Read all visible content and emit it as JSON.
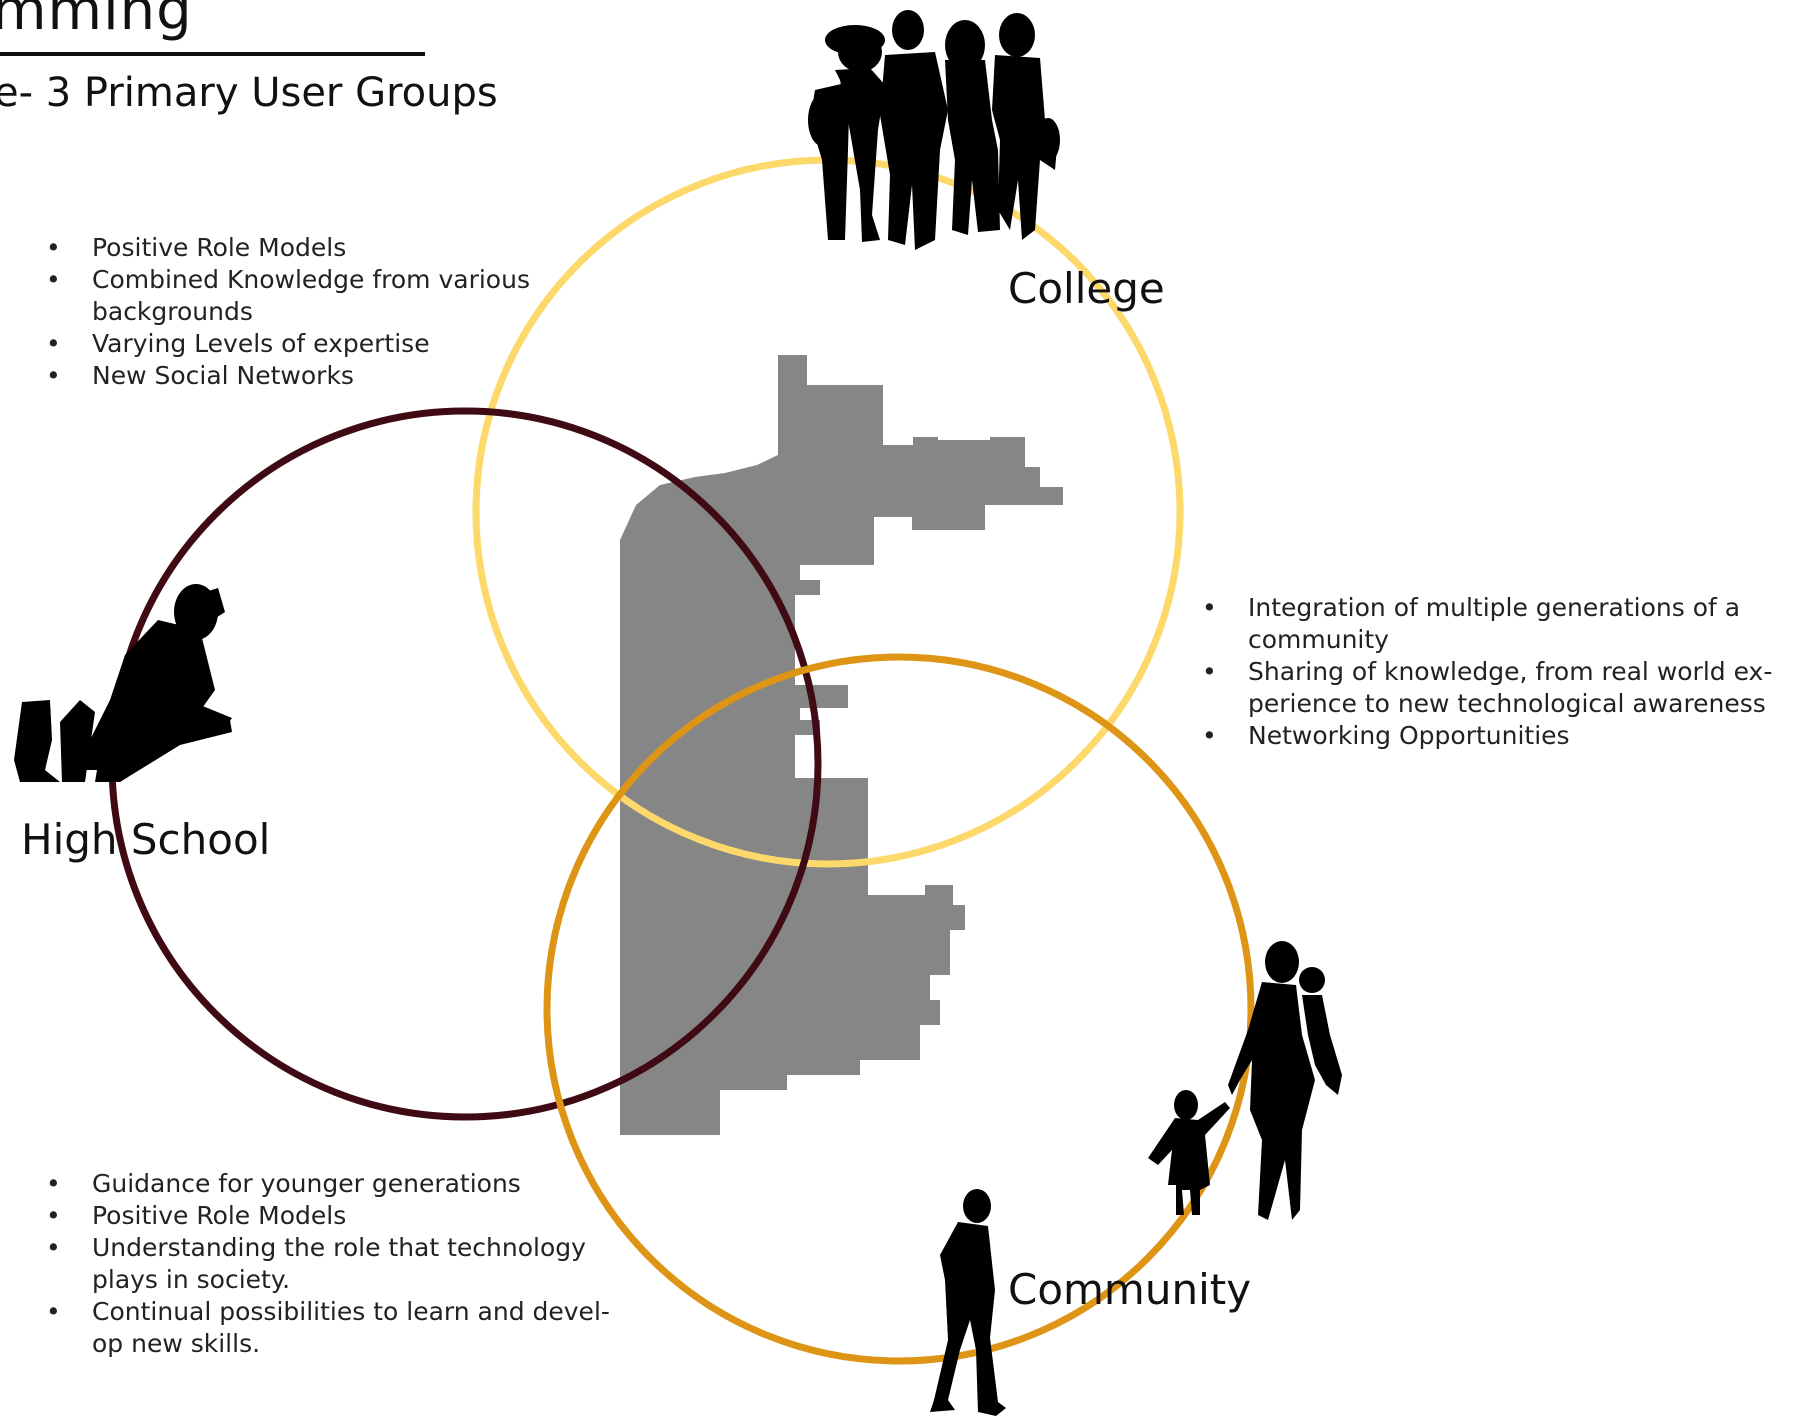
{
  "header": {
    "title": "mming",
    "subtitle": "e- 3 Primary User Groups"
  },
  "groups": {
    "college": {
      "label": "College",
      "color": "#fcd96a"
    },
    "high_school": {
      "label": "High School",
      "color": "#3f0a14"
    },
    "community": {
      "label": "Community",
      "color": "#de9414"
    }
  },
  "site_plan_color": "#868686",
  "silhouette_color": "#000000",
  "notes": {
    "college": [
      "Positive Role Models",
      "Combined Knowledge from various backgrounds",
      "Varying Levels of expertise",
      "New Social Networks"
    ],
    "community": [
      "Integration of multiple generations of a community",
      "Sharing of knowledge, from real world ex-perience to new technological awareness",
      "Networking Opportunities"
    ],
    "high_school": [
      "Guidance for younger generations",
      "Positive Role Models",
      "Understanding the role that technology plays in society.",
      "Continual possibilities to learn and devel-op new skills."
    ]
  },
  "icons": {
    "college": "students-walking-silhouette",
    "high_school": "student-studying-silhouette",
    "community": "family-silhouette",
    "community_elder": "walking-man-silhouette"
  }
}
